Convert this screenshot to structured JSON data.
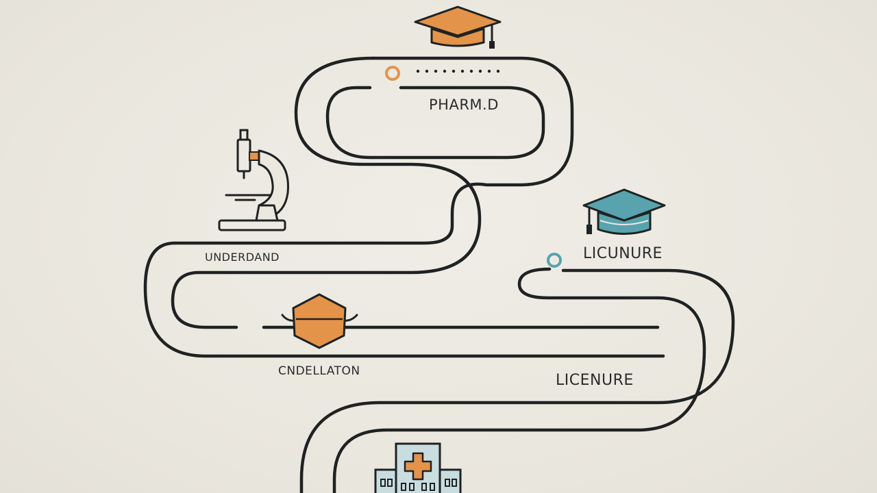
{
  "labels": {
    "pharmd": "PHARM.D",
    "undergrad": "UNDERDAND",
    "licensure_top": "LICUNURE",
    "licensure_bottom": "LICENURE",
    "graduation": "CNDELLATON"
  },
  "icons": {
    "top": "graduation-cap-icon",
    "microscope": "microscope-icon",
    "right_cap": "graduation-cap-icon",
    "shield": "hexagon-badge-icon",
    "hospital": "hospital-icon"
  },
  "colors": {
    "background": "#ebe8df",
    "line": "#1f2222",
    "orange": "#e3934a",
    "teal": "#58a3ad",
    "hospital_fill": "#c9dde0"
  }
}
